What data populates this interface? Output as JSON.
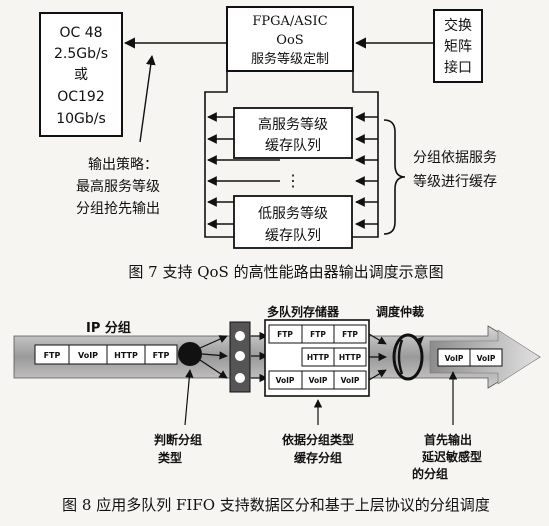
{
  "figure7": {
    "link_box": {
      "line1": "OC 48",
      "line2": "2.5Gb/s",
      "line3": "或",
      "line4": "OC192",
      "line5": "10Gb/s"
    },
    "fpga_box": {
      "line1": "FPGA/ASIC",
      "line2": "OoS",
      "line3": "服务等级定制"
    },
    "switch_box": {
      "line1": "交换",
      "line2": "矩阵",
      "line3": "接口"
    },
    "high_queue": {
      "line1": "高服务等级",
      "line2": "缓存队列"
    },
    "ellipsis": "⋮",
    "low_queue": {
      "line1": "低服务等级",
      "line2": "缓存队列"
    },
    "output_policy": {
      "line1": "输出策略：",
      "line2": "最高服务等级",
      "line3": "分组抢先输出"
    },
    "buffer_note": {
      "line1": "分组依据服务",
      "line2": "等级进行缓存"
    },
    "caption": "图 7 支持 QoS 的高性能路由器输出调度示意图"
  },
  "figure8": {
    "ip_label": "IP 分组",
    "input_packets": [
      "FTP",
      "VoIP",
      "HTTP",
      "FTP"
    ],
    "memory_label": "多队列存储器",
    "arbiter_label": "调度仲裁",
    "queue_rows": [
      [
        "FTP",
        "FTP",
        "FTP"
      ],
      [
        "",
        "HTTP",
        "HTTP"
      ],
      [
        "VoIP",
        "VoIP",
        "VoIP"
      ]
    ],
    "output_packets": [
      "VoIP",
      "VoIP"
    ],
    "classify_label": {
      "line1": "判断分组",
      "line2": "类型"
    },
    "buffer_label": {
      "line1": "依据分组类型",
      "line2": "缓存分组"
    },
    "priority_label": {
      "line1": "首先输出",
      "line2": "延迟敏感型",
      "line3": "的分组"
    },
    "caption": "图 8 应用多队列 FIFO 支持数据区分和基于上层协议的分组调度"
  }
}
